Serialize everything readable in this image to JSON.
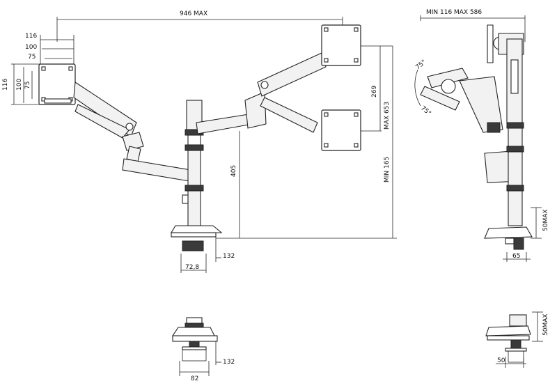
{
  "dimensions": {
    "width_max": "946 MAX",
    "vesa_116": "116",
    "vesa_100": "100",
    "vesa_75": "75",
    "vesa_side_116": "116",
    "vesa_side_100": "100",
    "vesa_side_75": "75",
    "arm_269": "269",
    "height_max": "MAX 653",
    "height_min": "MIN 165",
    "pole_405": "405",
    "clamp_132": "132",
    "clamp_72_8": "72,8",
    "side_min": "MIN 116",
    "side_max": "MAX 586",
    "tilt_top": "75°",
    "tilt_bottom": "75°",
    "clamp_50max": "50MAX",
    "clamp_65": "65",
    "grommet_132": "132",
    "grommet_82": "82",
    "grommet_50max": "50MAX",
    "grommet_50": "50"
  }
}
